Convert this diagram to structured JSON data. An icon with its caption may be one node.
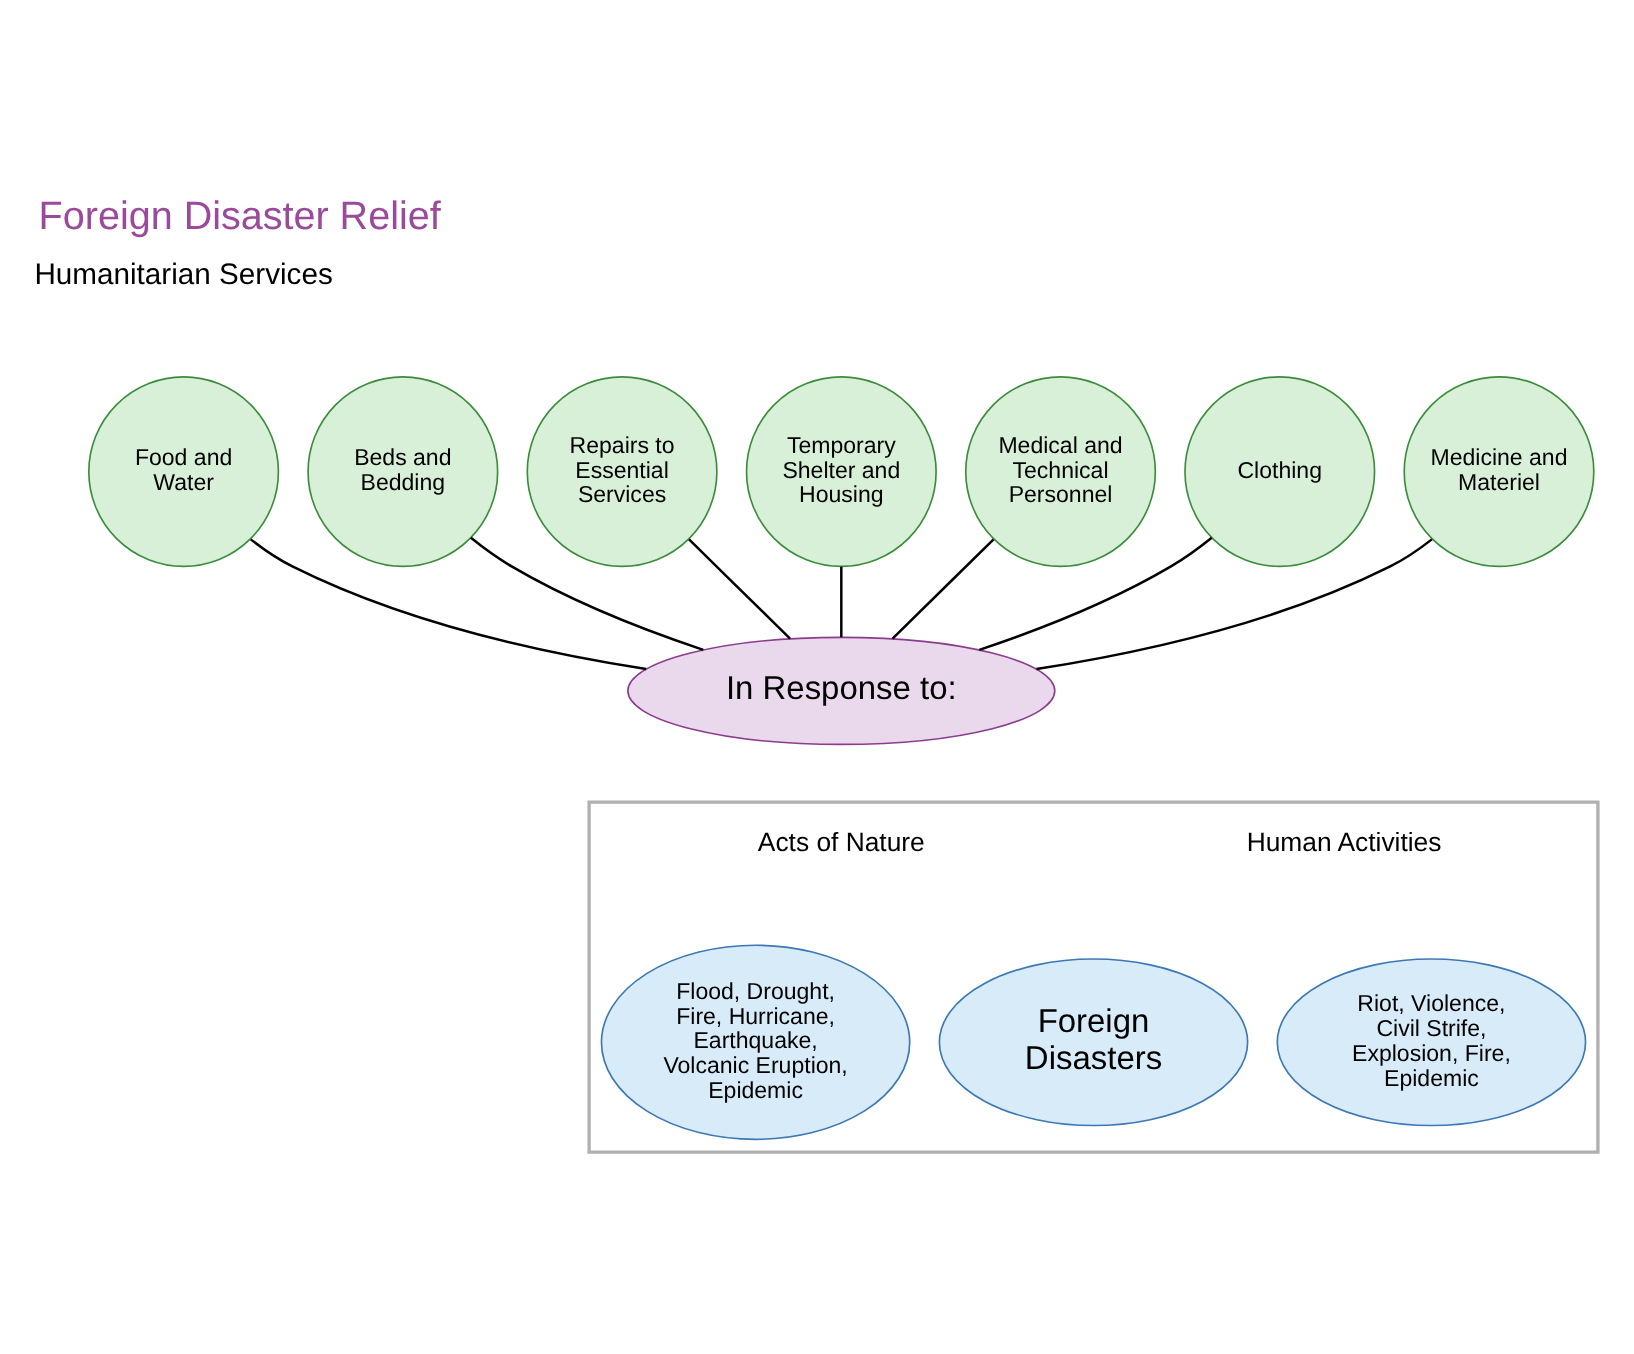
{
  "diagram": {
    "title": "Foreign Disaster Relief",
    "nodes": [
      {
        "text": [
          "Food and Water"
        ]
      },
      {
        "text": [
          "Beds and Bedding"
        ]
      },
      {
        "text": [
          "Repairs to Essential Services"
        ]
      },
      {
        "text": [
          "Temporary Shelter and Housing"
        ]
      },
      {
        "text": [
          "Medical and Technical Personnel"
        ]
      },
      {
        "text": [
          "Clothing"
        ]
      },
      {
        "text": [
          "Medicine and Materiel"
        ]
      },
      {
        "text": [
          "In Response to:"
        ]
      },
      {
        "text": [],
        "shape": "box"
      },
      {
        "text": [
          "Flood, Drought, Fire, Hurricane, Earthquake, Volcanic Eruption, Epidemic"
        ],
        "in": 8
      },
      {
        "text": [
          "Foreign Disasters"
        ],
        "in": 8
      },
      {
        "text": [
          "Riot, Violence, Civil Strife, Explosion, Fire, Epidemic"
        ],
        "in": 8
      }
    ],
    "edges": [
      {
        "from": 0,
        "to": 7,
        "arrow": "none"
      },
      {
        "from": 1,
        "to": 7,
        "arrow": "none"
      },
      {
        "from": 2,
        "to": 7,
        "arrow": "none"
      },
      {
        "from": 3,
        "to": 7,
        "arrow": "none"
      },
      {
        "from": 4,
        "to": 7,
        "arrow": "none"
      },
      {
        "from": 5,
        "to": 7,
        "arrow": "none"
      },
      {
        "from": 6,
        "to": 7,
        "arrow": "none"
      }
    ],
    "labels": [
      "Humanitarian Services",
      "Acts of Nature",
      "Human Activities"
    ]
  }
}
